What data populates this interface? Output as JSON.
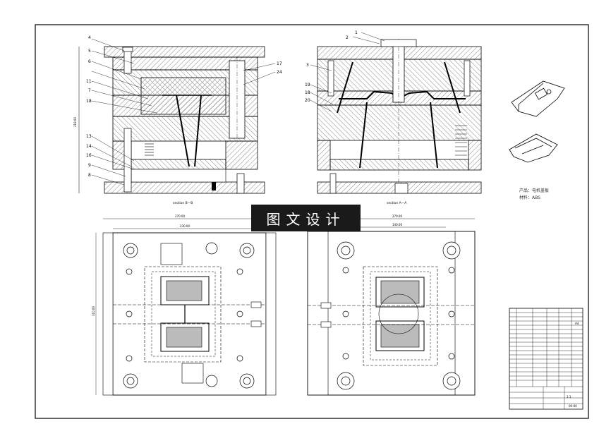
{
  "watermark": "图文设计",
  "sections": {
    "left_caption": "section B—B",
    "right_caption": "section A—A"
  },
  "callouts_left": [
    "4",
    "5",
    "6",
    "11",
    "7",
    "18",
    "13",
    "14",
    "16",
    "9",
    "8",
    "17",
    "24"
  ],
  "callouts_right": [
    "2",
    "1",
    "3",
    "19",
    "18",
    "20"
  ],
  "dims_top": {
    "left_overall": "270.00",
    "left_inner": "230.00",
    "right_overall": "270.00",
    "right_top": "140.00"
  },
  "dims_side": {
    "left_height": "218.00",
    "plan_height": "310.00"
  },
  "product_notes": {
    "product": "产品：电机盖板",
    "material": "材料：ABS"
  },
  "title_block": {
    "drawing_no": "00-00",
    "scale": "1:1",
    "sheet": "A4"
  }
}
